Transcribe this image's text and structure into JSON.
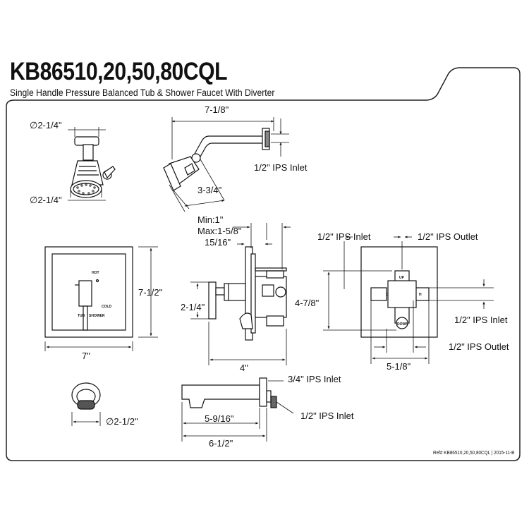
{
  "header": {
    "model": "KB86510,20,50,80CQL",
    "subtitle": "Single Handle Pressure Balanced Tub & Shower Faucet With Diverter"
  },
  "showerhead_front": {
    "dim_top": "∅2-1/4\"",
    "dim_bottom": "∅2-1/4\""
  },
  "showerhead_side": {
    "dim_width": "7-1/8\"",
    "dim_inlet": "1/2\" IPS Inlet",
    "dim_drop": "3-3/4\""
  },
  "trim_plate": {
    "label_hot": "HOT",
    "label_cold": "COLD",
    "label_tub": "TUB",
    "label_shower": "SHOWER",
    "dim_height": "7-1/2\"",
    "dim_width": "7\""
  },
  "valve_side": {
    "dim_min": "Min:1\"",
    "dim_max": "Max:1-5/8\"",
    "dim_depth": "15/16\"",
    "dim_handle": "2-1/4\"",
    "dim_width": "4\""
  },
  "valve_back": {
    "inlet_top": "1/2\" IPS Inlet",
    "outlet_top": "1/2\" IPS Outlet",
    "inlet_right": "1/2\" IPS Inlet",
    "outlet_bottom": "1/2\" IPS Outlet",
    "dim_height": "4-7/8\"",
    "dim_width": "5-1/8\"",
    "label_up": "UP",
    "label_down": "DOWN",
    "label_c": "C",
    "label_h": "H"
  },
  "flange": {
    "dim": "∅2-1/2\""
  },
  "tub_spout": {
    "dim_inlet_34": "3/4\" IPS Inlet",
    "dim_inlet_12": "1/2\" IPS Inlet",
    "dim_reach": "5-9/16\"",
    "dim_length": "6-1/2\""
  },
  "footer": {
    "ref": "Ref# KB86510,20,50,80CQL | 2015-11-B"
  }
}
